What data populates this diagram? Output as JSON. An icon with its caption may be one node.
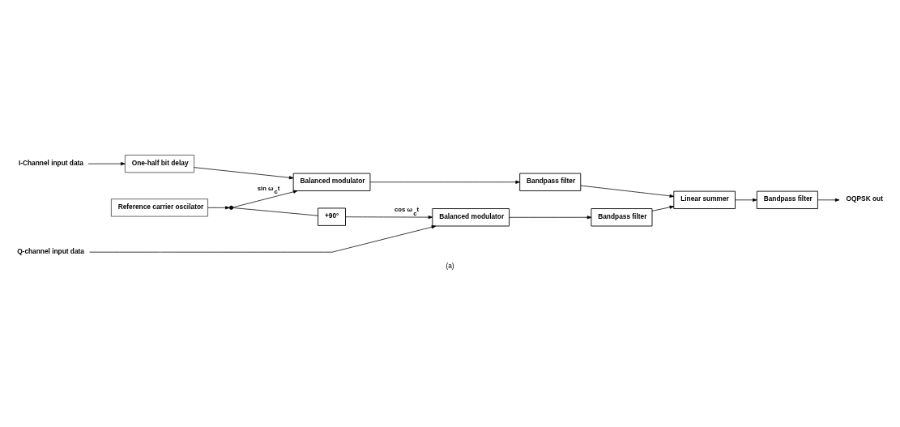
{
  "diagram": {
    "caption": "(a)",
    "nodes": [
      {
        "text": [
          "I-Channel input data"
        ]
      },
      {
        "text": [
          "One-half bit delay"
        ]
      },
      {
        "text": [
          "Balanced modulator"
        ]
      },
      {
        "text": [
          "Reference carrier oscilator"
        ]
      },
      {
        "text": [],
        "shape": "circle"
      },
      {
        "text": [
          "+90°"
        ]
      },
      {
        "text": [
          "Balanced modulator"
        ]
      },
      {
        "text": [
          "Q-channel input data"
        ]
      },
      {
        "text": [
          "Bandpass filter"
        ]
      },
      {
        "text": [
          "Linear summer"
        ]
      },
      {
        "text": [
          "Bandpass filter"
        ]
      },
      {
        "text": [
          "OQPSK out"
        ]
      },
      {
        "text": [
          "Bandpass filter"
        ]
      }
    ],
    "edges": [
      {
        "from": 0,
        "to": 1,
        "arrow": "to"
      },
      {
        "from": 1,
        "to": 2,
        "arrow": "to"
      },
      {
        "from": 3,
        "to": 4,
        "arrow": "to"
      },
      {
        "from": 4,
        "to": 2,
        "arrow": "to",
        "label": "sin ω$_{c}$t"
      },
      {
        "from": 4,
        "to": 5,
        "arrow": "none"
      },
      {
        "from": 5,
        "to": 6,
        "arrow": "to",
        "label": "cos ω$_{c}$t"
      },
      {
        "from": 7,
        "to": 6,
        "arrow": "to"
      },
      {
        "from": 2,
        "to": 8,
        "arrow": "to"
      },
      {
        "from": 8,
        "to": 9,
        "arrow": "to"
      },
      {
        "from": 6,
        "to": 12,
        "arrow": "to"
      },
      {
        "from": 12,
        "to": 9,
        "arrow": "to"
      },
      {
        "from": 9,
        "to": 10,
        "arrow": "to"
      },
      {
        "from": 10,
        "to": 11,
        "arrow": "to"
      }
    ]
  }
}
